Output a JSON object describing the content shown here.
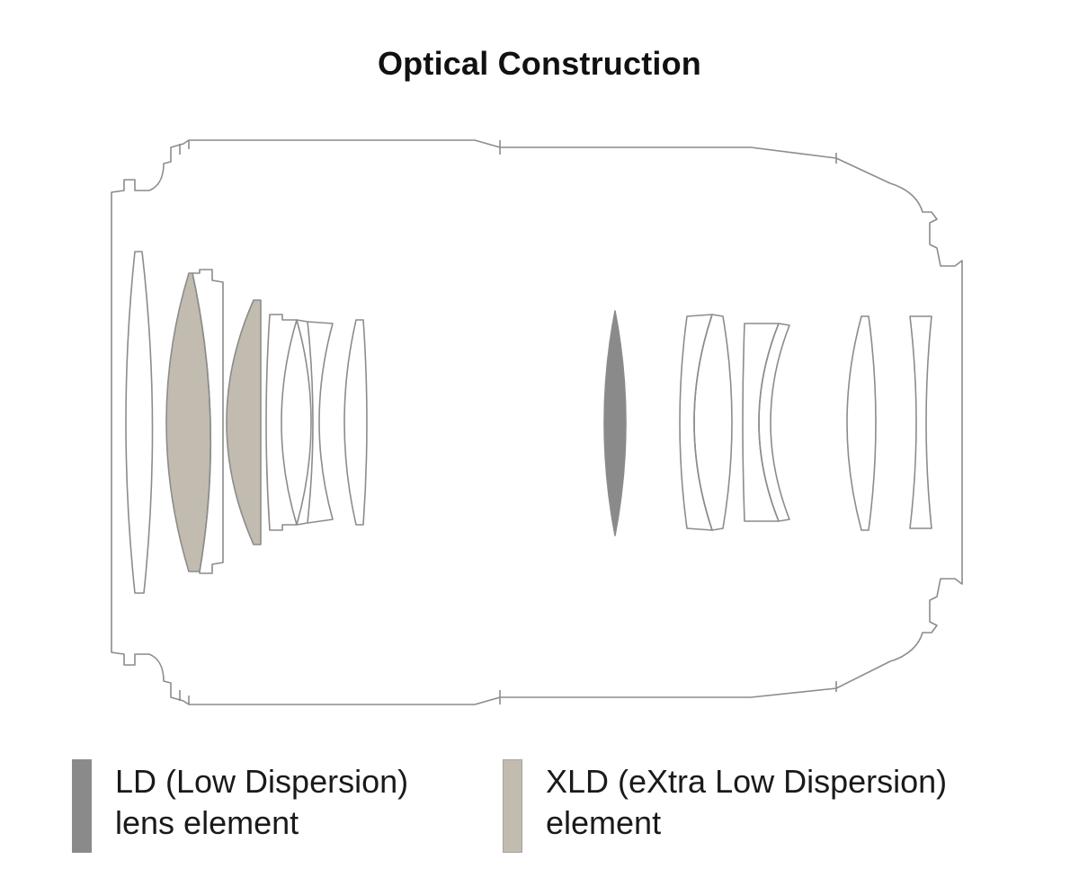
{
  "title": "Optical Construction",
  "colors": {
    "outline": "#8c8c8c",
    "ld_fill": "#8a8a8a",
    "xld_fill": "#c2bcb0",
    "background": "#ffffff"
  },
  "legend": [
    {
      "key": "ld",
      "line1": "LD (Low Dispersion)",
      "line2": "lens element",
      "color": "#8a8a8a"
    },
    {
      "key": "xld",
      "line1": "XLD (eXtra Low Dispersion)",
      "line2": "element",
      "color": "#c2bcb0"
    }
  ]
}
